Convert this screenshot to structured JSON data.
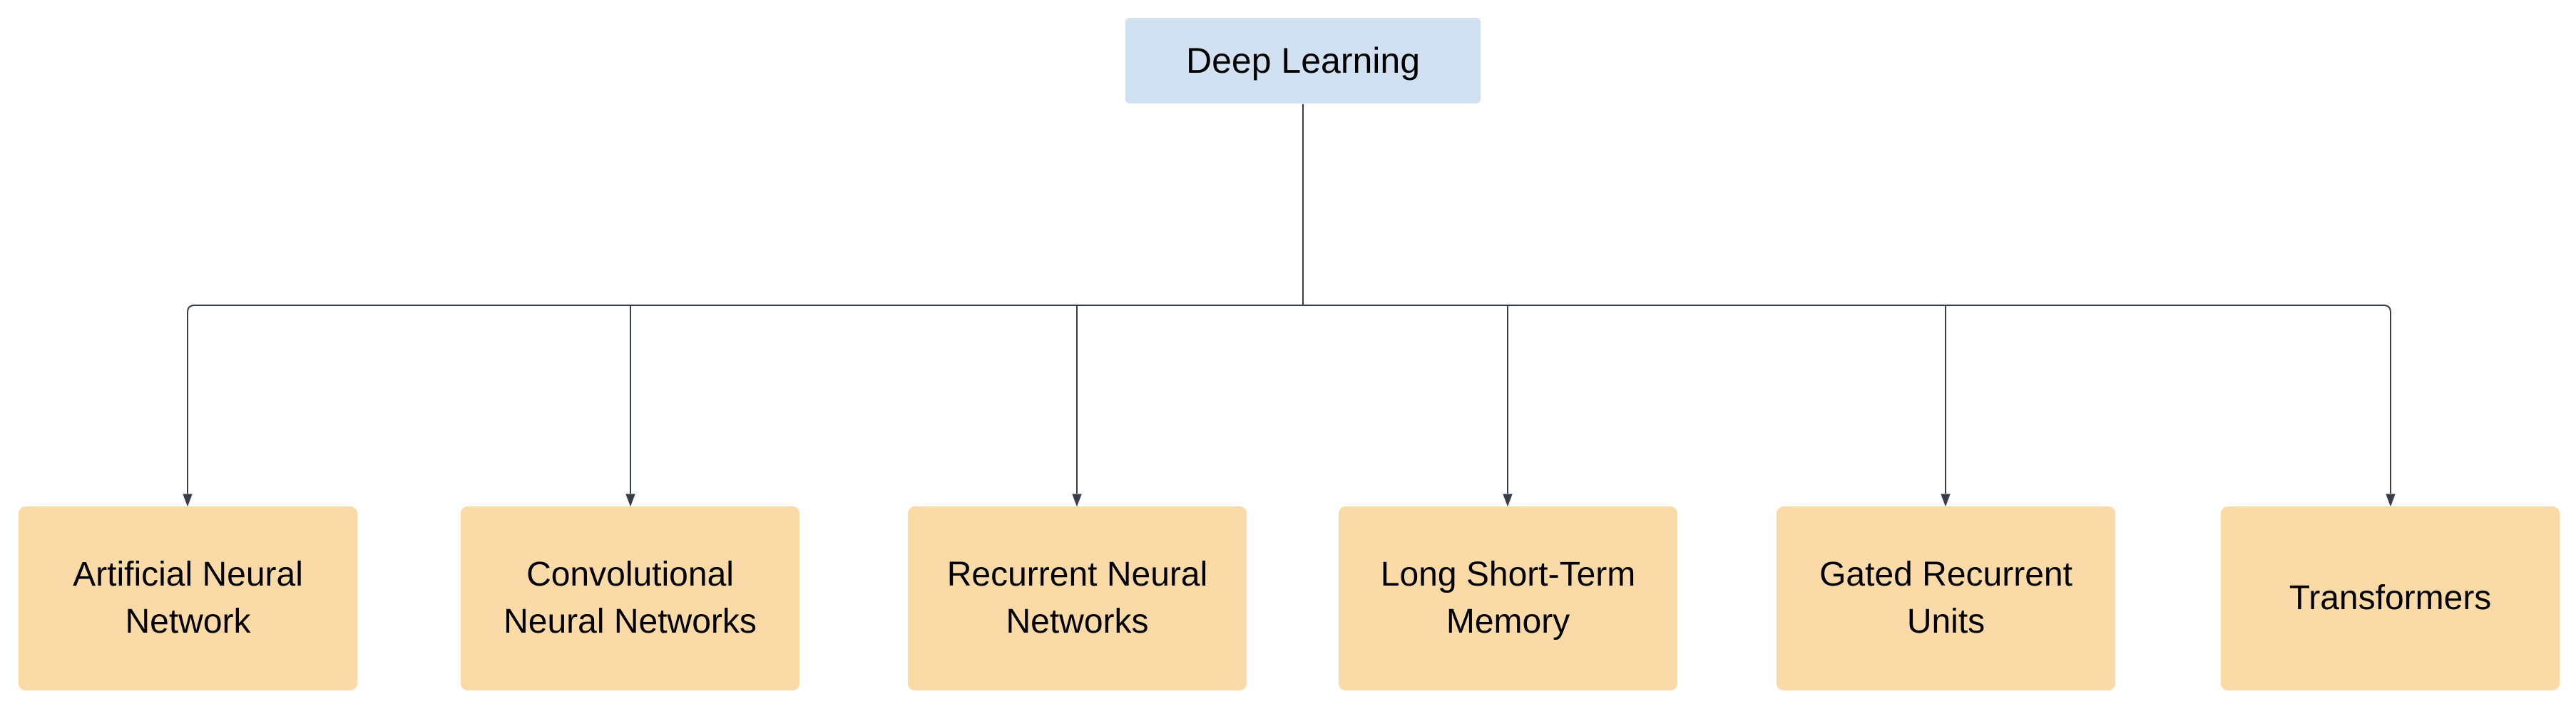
{
  "diagram": {
    "root": {
      "label": "Deep Learning"
    },
    "children": [
      {
        "label": "Artificial Neural Network"
      },
      {
        "label": "Convolutional Neural Networks"
      },
      {
        "label": "Recurrent Neural Networks"
      },
      {
        "label": "Long Short-Term Memory"
      },
      {
        "label": "Gated Recurrent Units"
      },
      {
        "label": "Transformers"
      }
    ],
    "colors": {
      "root_fill": "#d2e1f2",
      "child_fill": "#fadaa7",
      "connector": "#373e4a",
      "text": "#000000",
      "background": "#ffffff"
    }
  }
}
